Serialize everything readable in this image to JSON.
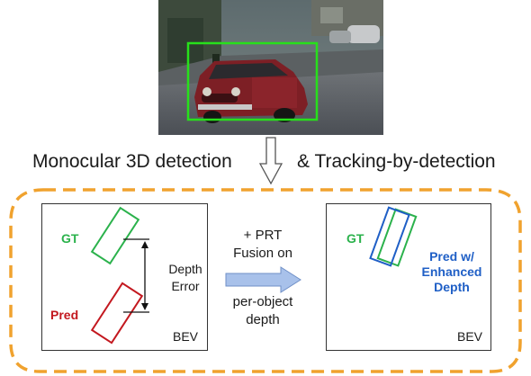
{
  "captions": {
    "left": "Monocular 3D detection",
    "right": "& Tracking-by-detection"
  },
  "left_panel": {
    "gt_label": "GT",
    "pred_label": "Pred",
    "depth_error_line1": "Depth",
    "depth_error_line2": "Error",
    "bev_label": "BEV"
  },
  "middle": {
    "line1": "+ PRT",
    "line2": "Fusion on",
    "line3": "per-object",
    "line4": "depth"
  },
  "right_panel": {
    "gt_label": "GT",
    "pred_line1": "Pred w/",
    "pred_line2": "Enhanced",
    "pred_line3": "Depth",
    "bev_label": "BEV"
  },
  "colors": {
    "gt_green": "#2bb24c",
    "pred_red": "#c3181f",
    "pred_blue": "#1f5fc6",
    "dashed_orange": "#f0a22e",
    "arrow_fill": "#a8c1ea",
    "detection_box": "#27e01b"
  }
}
